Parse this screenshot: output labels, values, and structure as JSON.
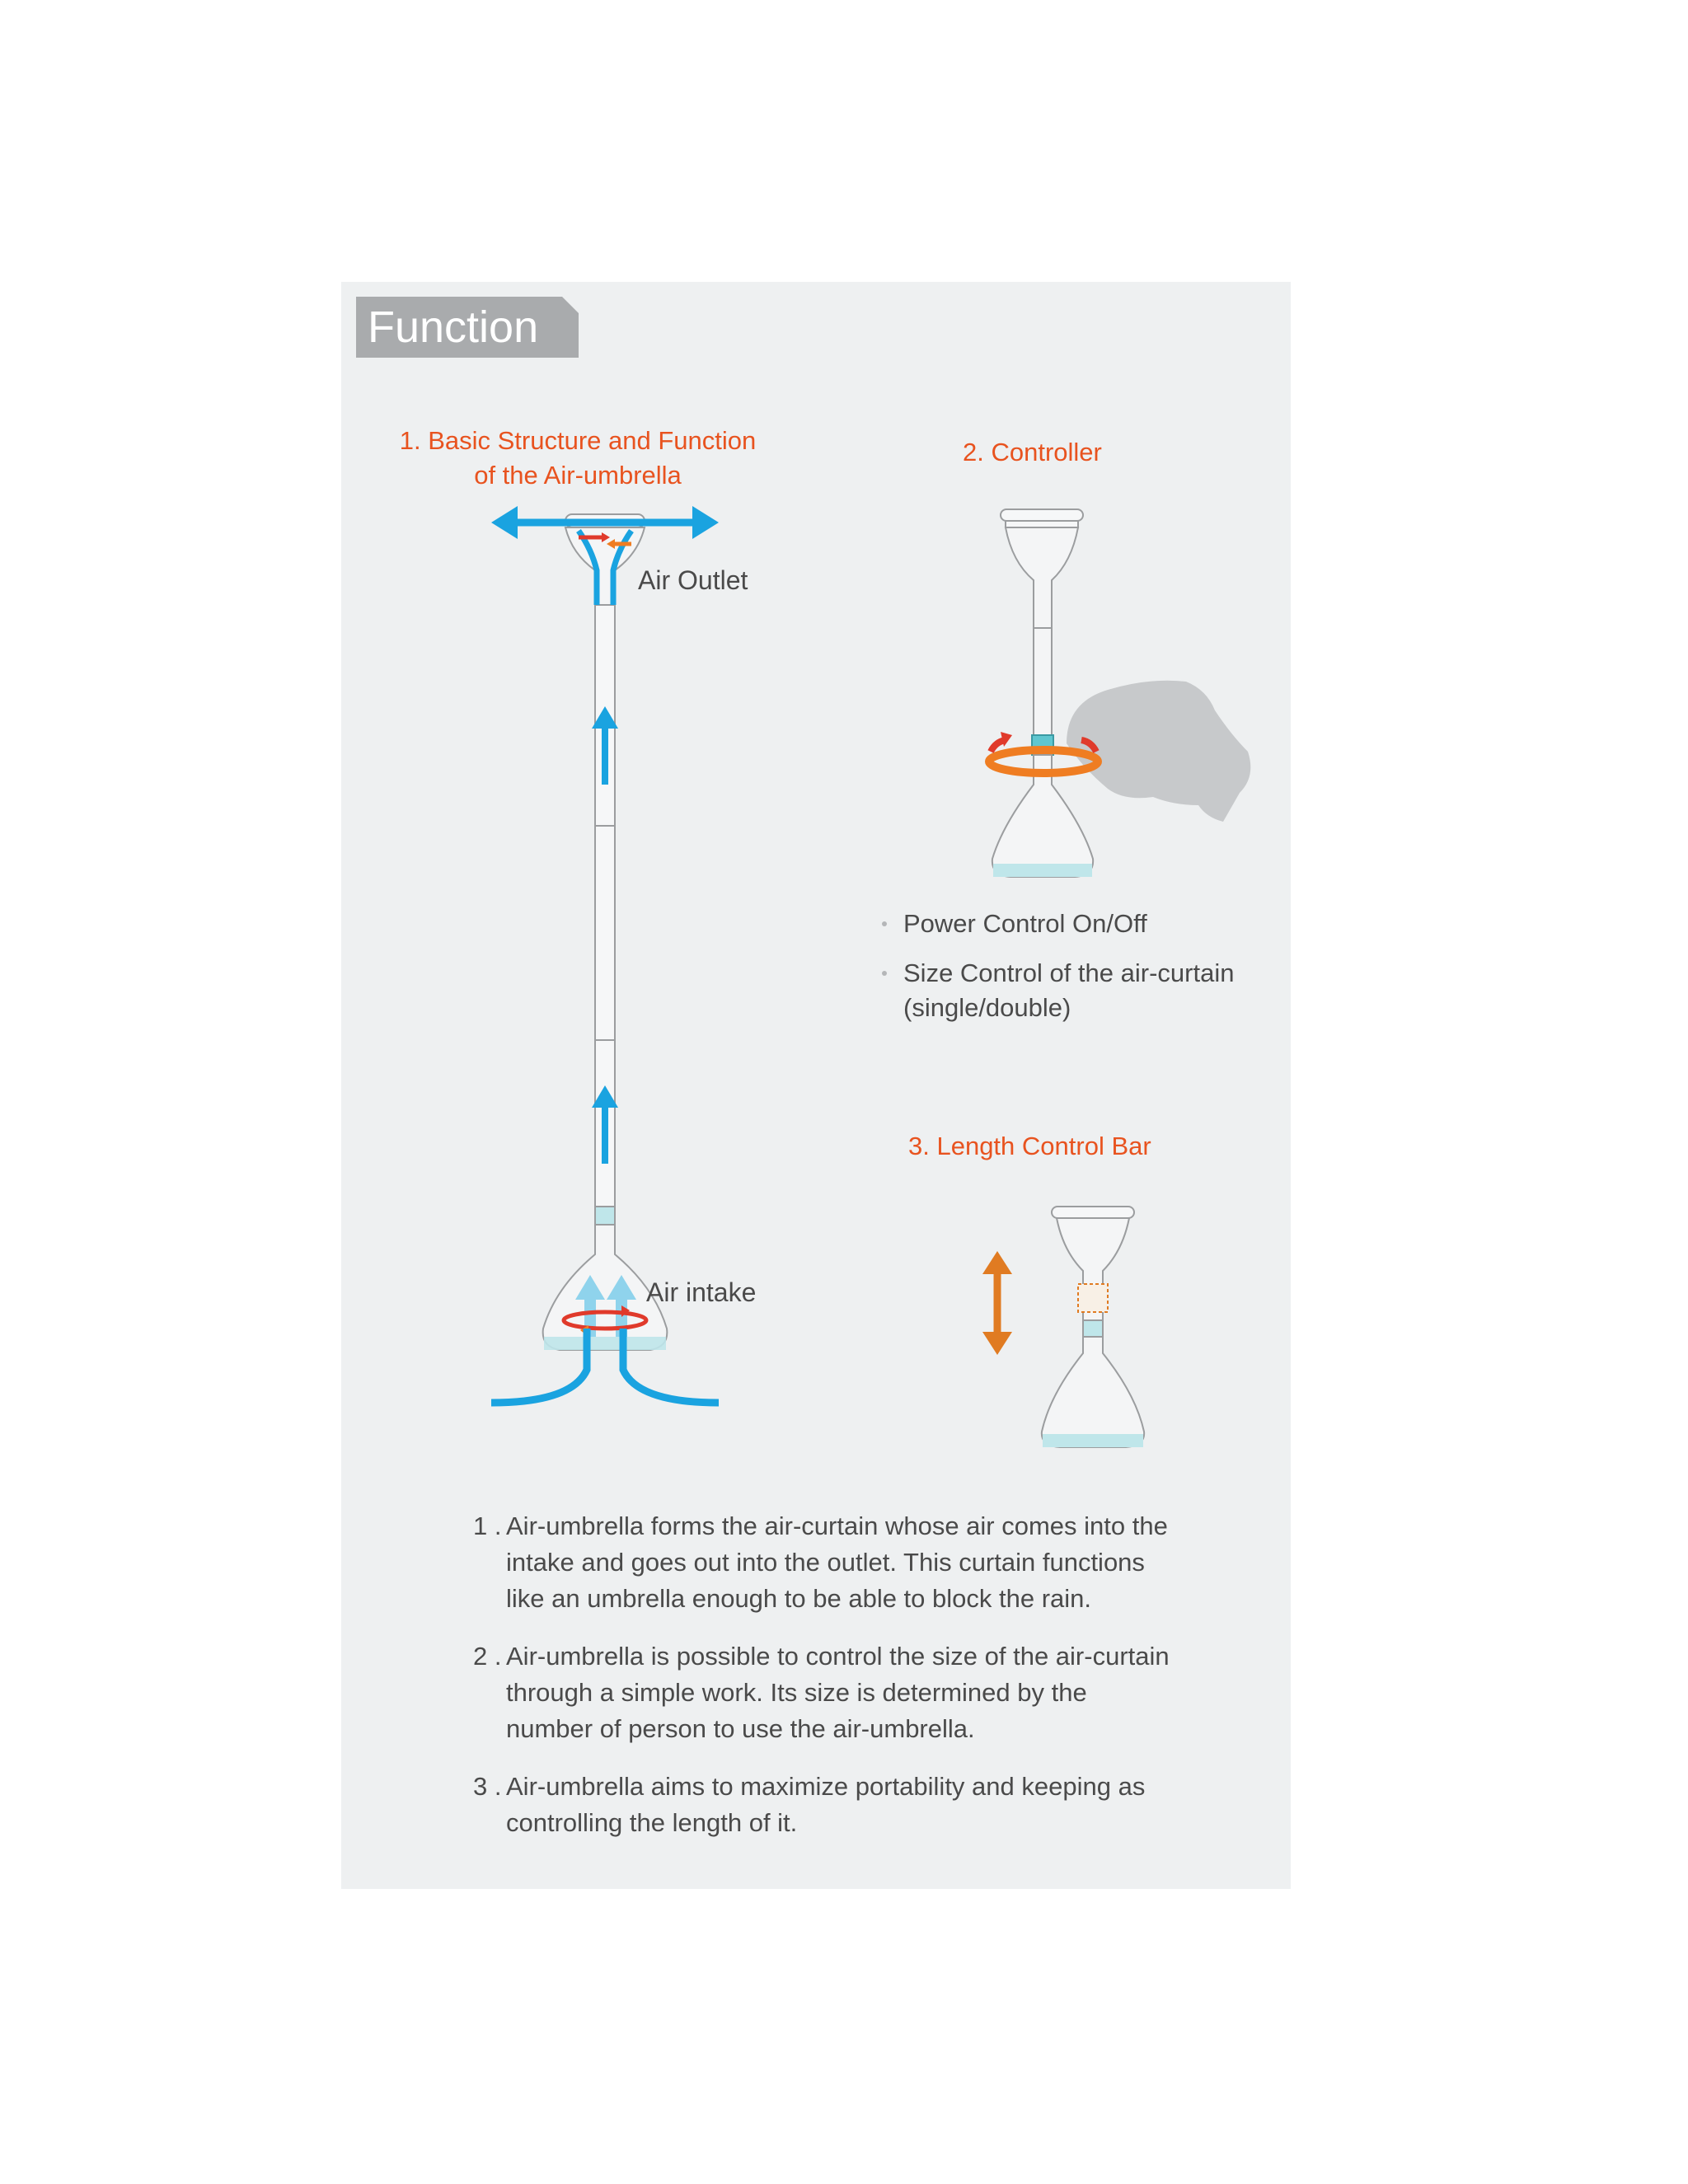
{
  "header": {
    "title": "Function"
  },
  "sections": {
    "structure": {
      "heading_line1": "1. Basic Structure and Function",
      "heading_line2": "of the Air-umbrella",
      "air_outlet_label": "Air Outlet",
      "air_intake_label": "Air intake"
    },
    "controller": {
      "heading": "2. Controller",
      "bullets": [
        "Power Control On/Off",
        "Size Control of the air-curtain (single/double)"
      ]
    },
    "length_bar": {
      "heading": "3. Length Control Bar"
    }
  },
  "notes": [
    {
      "num": "1 .",
      "text": "Air-umbrella forms the air-curtain whose air comes into the intake and goes out into the outlet. This curtain functions like an umbrella enough to be able to block the rain."
    },
    {
      "num": "2 .",
      "text": "Air-umbrella is possible to control the size of the air-curtain through a simple work. Its size is determined by the number of person to use the air-umbrella."
    },
    {
      "num": "3 .",
      "text": "Air-umbrella aims to maximize portability and keeping as controlling the length of it."
    }
  ],
  "colors": {
    "panel_bg": "#eef0f1",
    "tab_bg": "#a9abad",
    "heading": "#e8531f",
    "air_arrow": "#1aa3e0",
    "rotation_red": "#e03a2b",
    "rotation_orange": "#ef7d22",
    "length_arrow": "#e07b22",
    "body_outline": "#9b9d9f",
    "accent_cyan": "#bfe6ea"
  }
}
